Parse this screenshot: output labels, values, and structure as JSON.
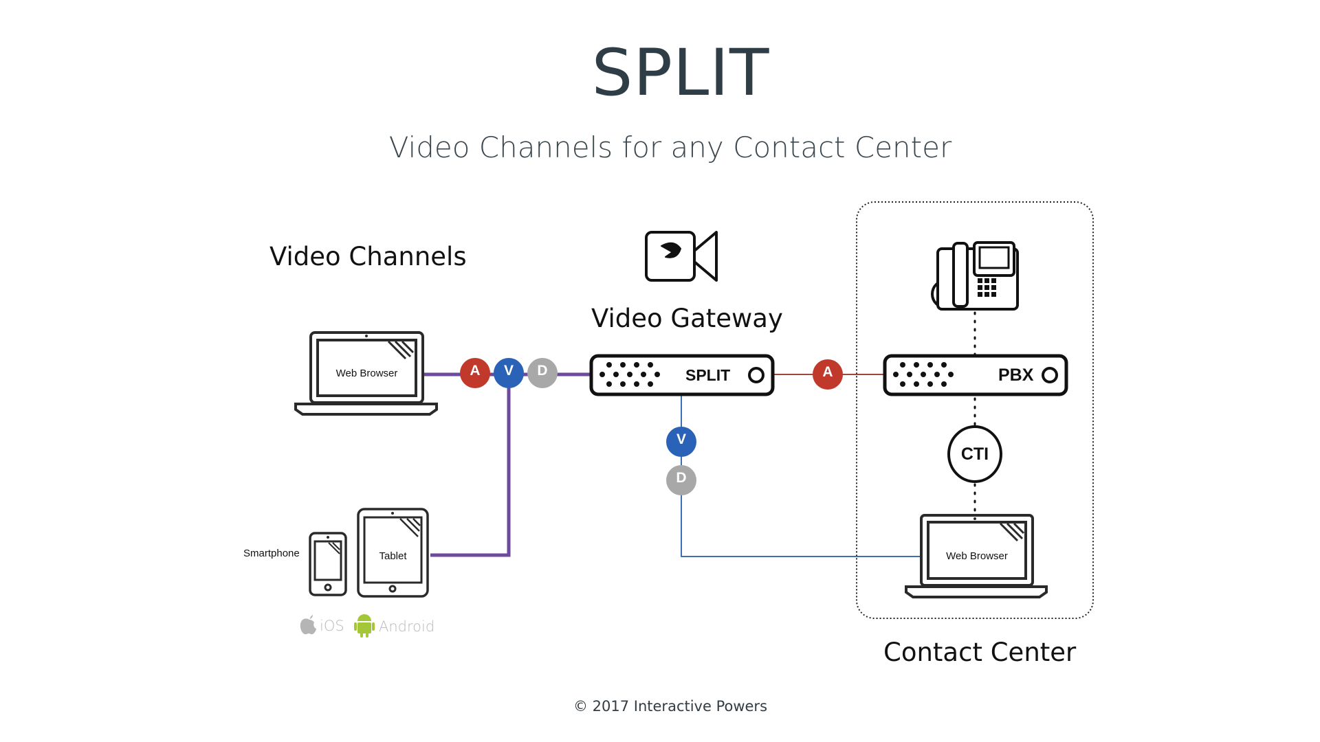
{
  "title": "SPLIT",
  "subtitle": "Video Channels for any Contact Center",
  "sections": {
    "video_channels": "Video Channels",
    "video_gateway": "Video Gateway",
    "contact_center": "Contact Center"
  },
  "devices": {
    "left_laptop": "Web Browser",
    "smartphone": "Smartphone",
    "tablet": "Tablet",
    "right_laptop": "Web Browser",
    "gateway_box": "SPLIT",
    "pbx_box": "PBX",
    "cti": "CTI"
  },
  "platforms": {
    "ios": "iOS",
    "android": "Android"
  },
  "channel_badges": {
    "left": [
      "A",
      "V",
      "D"
    ],
    "audio_link": "A",
    "video_down": [
      "V",
      "D"
    ]
  },
  "colors": {
    "audio": "#c0392b",
    "video": "#2a62b8",
    "data": "#a8a8a8",
    "purple_link": "#6e4a9e",
    "blue_link": "#3d6fb6",
    "red_link": "#a0473b",
    "android_green": "#a4c639"
  },
  "footer": "© 2017 Interactive Powers"
}
